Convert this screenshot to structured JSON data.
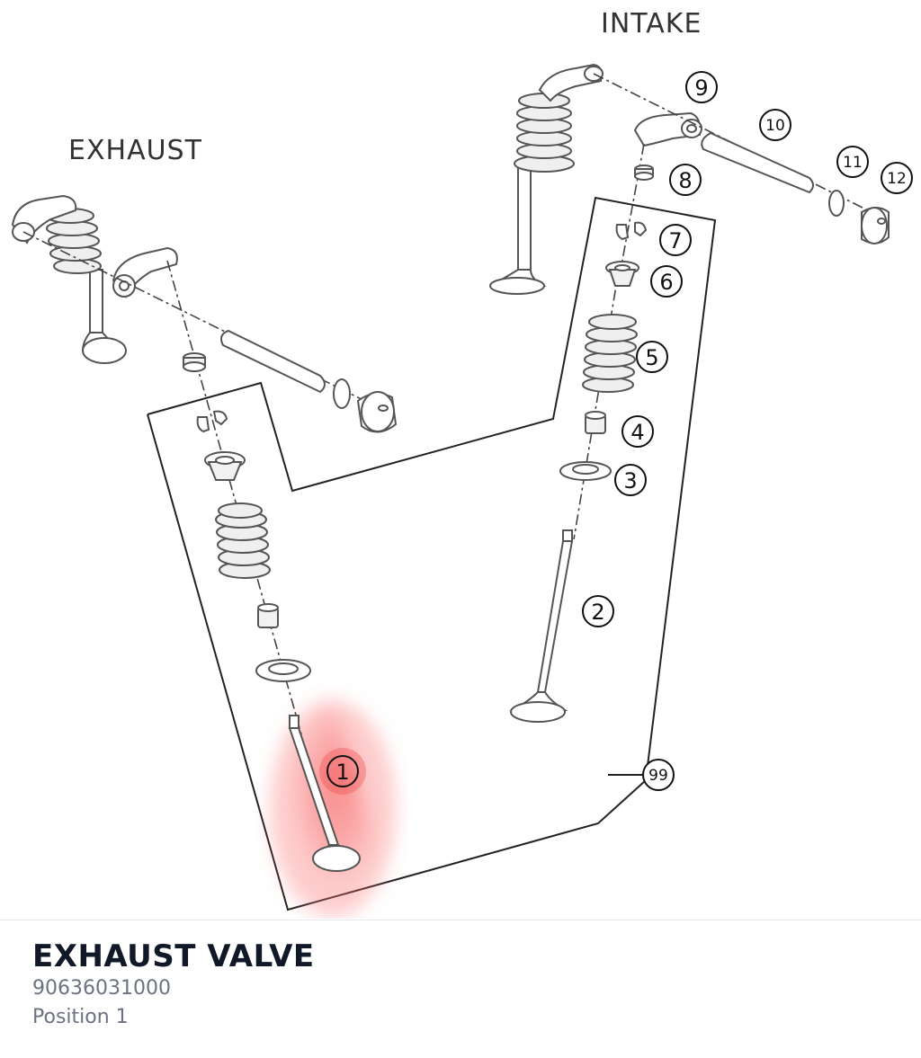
{
  "diagram": {
    "labels": {
      "intake": "INTAKE",
      "exhaust": "EXHAUST"
    },
    "callouts": [
      "1",
      "2",
      "3",
      "4",
      "5",
      "6",
      "7",
      "8",
      "9",
      "10",
      "11",
      "12",
      "99"
    ],
    "highlight_color": "#ef4444"
  },
  "selected_part": {
    "name": "EXHAUST VALVE",
    "part_number": "90636031000",
    "position": "Position 1"
  }
}
